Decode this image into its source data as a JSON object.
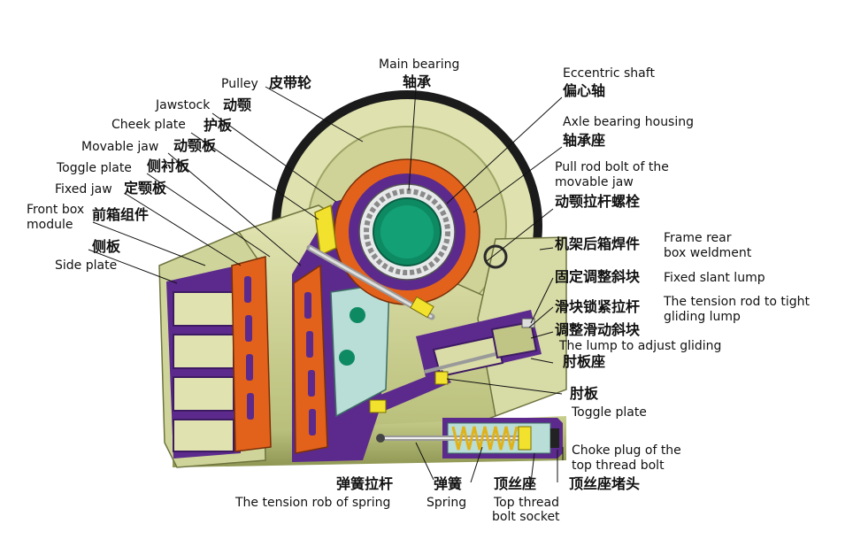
{
  "colors": {
    "background": "#ffffff",
    "body_fill": "#d9dca6",
    "body_shadow": "#a9b06a",
    "purple": "#5b2a8c",
    "orange": "#e2621c",
    "teal": "#b9ddd7",
    "green_shaft": "#0e8a63",
    "yellow": "#f3e22d",
    "pulley_rim": "#1b1b1b",
    "leader": "#111111"
  },
  "labels": {
    "main_bearing_en": "Main bearing",
    "main_bearing_zh": "轴承",
    "eccentric_shaft_en": "Eccentric shaft",
    "eccentric_shaft_zh": "偏心轴",
    "axle_housing_en": "Axle bearing housing",
    "axle_housing_zh": "轴承座",
    "pull_rod_en_1": "Pull rod bolt of the",
    "pull_rod_en_2": "movable jaw",
    "pull_rod_zh": "动颚拉杆螺栓",
    "frame_rear_zh": "机架后箱焊件",
    "frame_rear_en_1": "Frame rear",
    "frame_rear_en_2": "box weldment",
    "fixed_slant_zh": "固定调整斜块",
    "fixed_slant_en": "Fixed slant lump",
    "tension_rod_zh": "滑块锁紧拉杆",
    "tension_rod_en_1": "The tension rod to tight",
    "tension_rod_en_2": "gliding lump",
    "adjust_gliding_zh": "调整滑动斜块",
    "adjust_gliding_en": "The lump to adjust gliding",
    "toggle_seat_zh": "肘板座",
    "toggle_right_zh": "肘板",
    "toggle_right_en": "Toggle plate",
    "choke_plug_en_1": "Choke plug of the",
    "choke_plug_en_2": "top thread bolt",
    "choke_plug_zh": "顶丝座堵头",
    "pulley_en": "Pulley",
    "pulley_zh": "皮带轮",
    "jawstock_en": "Jawstock",
    "jawstock_zh": "动颚",
    "cheek_plate_en": "Cheek plate",
    "cheek_plate_zh": "护板",
    "movable_jaw_en": "Movable jaw",
    "movable_jaw_zh": "动颚板",
    "toggle_left_en": "Toggle plate",
    "toggle_left_zh": "侧衬板",
    "fixed_jaw_en": "Fixed jaw",
    "fixed_jaw_zh": "定颚板",
    "front_box_en_1": "Front box",
    "front_box_en_2": "module",
    "front_box_zh": "前箱组件",
    "side_plate_zh": "侧板",
    "side_plate_en": "Side plate",
    "spring_rod_zh": "弹簧拉杆",
    "spring_rod_en": "The tension rob of spring",
    "spring_zh": "弹簧",
    "spring_en": "Spring",
    "socket_zh": "顶丝座",
    "socket_en_1": "Top thread",
    "socket_en_2": "bolt socket"
  }
}
